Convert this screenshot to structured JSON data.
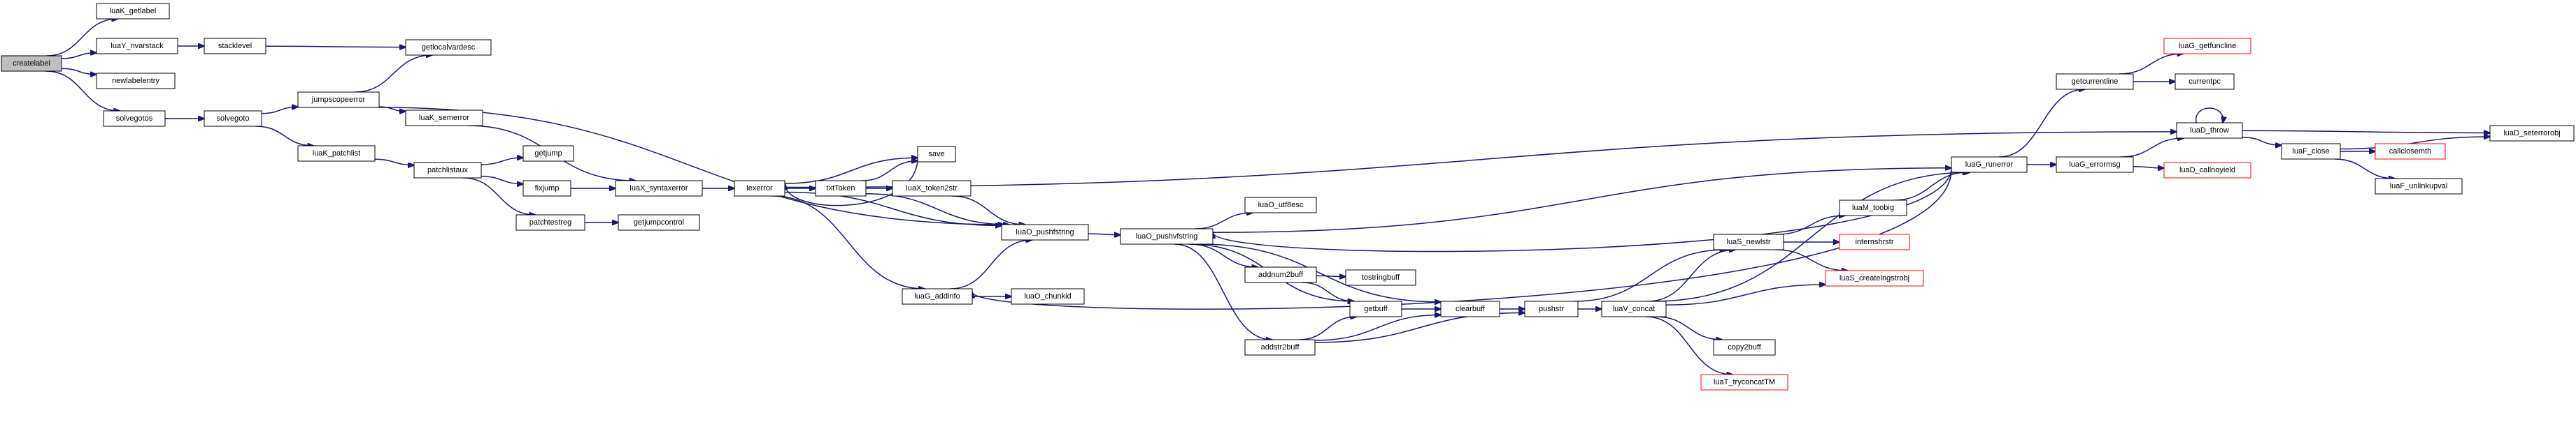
{
  "graph": {
    "colors": {
      "edge": "#191970",
      "node_border": "#000000",
      "node_fill": "#ffffff",
      "root_fill": "#bfbfbf",
      "truncated_border": "#ff0000"
    },
    "nodes": [
      {
        "id": "createlabel",
        "label": "createlabel",
        "style": "root"
      },
      {
        "id": "luaK_getlabel",
        "label": "luaK_getlabel",
        "style": "normal"
      },
      {
        "id": "luaY_nvarstack",
        "label": "luaY_nvarstack",
        "style": "normal"
      },
      {
        "id": "stacklevel",
        "label": "stacklevel",
        "style": "normal"
      },
      {
        "id": "getlocalvardesc",
        "label": "getlocalvardesc",
        "style": "normal"
      },
      {
        "id": "newlabelentry",
        "label": "newlabelentry",
        "style": "normal"
      },
      {
        "id": "solvegotos",
        "label": "solvegotos",
        "style": "normal"
      },
      {
        "id": "solvegoto",
        "label": "solvegoto",
        "style": "normal"
      },
      {
        "id": "jumpscopeerror",
        "label": "jumpscopeerror",
        "style": "normal"
      },
      {
        "id": "luaK_semerror",
        "label": "luaK_semerror",
        "style": "normal"
      },
      {
        "id": "luaK_patchlist",
        "label": "luaK_patchlist",
        "style": "normal"
      },
      {
        "id": "patchlistaux",
        "label": "patchlistaux",
        "style": "normal"
      },
      {
        "id": "getjump",
        "label": "getjump",
        "style": "normal"
      },
      {
        "id": "fixjump",
        "label": "fixjump",
        "style": "normal"
      },
      {
        "id": "patchtestreg",
        "label": "patchtestreg",
        "style": "normal"
      },
      {
        "id": "getjumpcontrol",
        "label": "getjumpcontrol",
        "style": "normal"
      },
      {
        "id": "luaX_syntaxerror",
        "label": "luaX_syntaxerror",
        "style": "normal"
      },
      {
        "id": "lexerror",
        "label": "lexerror",
        "style": "normal"
      },
      {
        "id": "save",
        "label": "save",
        "style": "normal"
      },
      {
        "id": "txtToken",
        "label": "txtToken",
        "style": "normal"
      },
      {
        "id": "luaX_token2str",
        "label": "luaX_token2str",
        "style": "normal"
      },
      {
        "id": "luaO_pushfstring",
        "label": "luaO_pushfstring",
        "style": "normal"
      },
      {
        "id": "luaG_addinfo",
        "label": "luaG_addinfo",
        "style": "normal"
      },
      {
        "id": "luaO_chunkid",
        "label": "luaO_chunkid",
        "style": "normal"
      },
      {
        "id": "luaO_pushvfstring",
        "label": "luaO_pushvfstring",
        "style": "normal"
      },
      {
        "id": "luaO_utf8esc",
        "label": "luaO_utf8esc",
        "style": "normal"
      },
      {
        "id": "addnum2buff",
        "label": "addnum2buff",
        "style": "normal"
      },
      {
        "id": "tostringbuff",
        "label": "tostringbuff",
        "style": "normal"
      },
      {
        "id": "getbuff",
        "label": "getbuff",
        "style": "normal"
      },
      {
        "id": "clearbuff",
        "label": "clearbuff",
        "style": "normal"
      },
      {
        "id": "addstr2buff",
        "label": "addstr2buff",
        "style": "normal"
      },
      {
        "id": "pushstr",
        "label": "pushstr",
        "style": "normal"
      },
      {
        "id": "luaV_concat",
        "label": "luaV_concat",
        "style": "normal"
      },
      {
        "id": "luaS_newlstr",
        "label": "luaS_newlstr",
        "style": "normal"
      },
      {
        "id": "luaM_toobig",
        "label": "luaM_toobig",
        "style": "normal"
      },
      {
        "id": "internshrstr",
        "label": "internshrstr",
        "style": "truncated"
      },
      {
        "id": "luaS_createlngstrobj",
        "label": "luaS_createlngstrobj",
        "style": "truncated"
      },
      {
        "id": "copy2buff",
        "label": "copy2buff",
        "style": "normal"
      },
      {
        "id": "luaT_tryconcatTM",
        "label": "luaT_tryconcatTM",
        "style": "truncated"
      },
      {
        "id": "luaG_runerror",
        "label": "luaG_runerror",
        "style": "normal"
      },
      {
        "id": "getcurrentline",
        "label": "getcurrentline",
        "style": "normal"
      },
      {
        "id": "luaG_getfuncline",
        "label": "luaG_getfuncline",
        "style": "truncated"
      },
      {
        "id": "currentpc",
        "label": "currentpc",
        "style": "normal"
      },
      {
        "id": "luaG_errormsg",
        "label": "luaG_errormsg",
        "style": "normal"
      },
      {
        "id": "luaD_callnoyield",
        "label": "luaD_callnoyield",
        "style": "truncated"
      },
      {
        "id": "luaD_throw",
        "label": "luaD_throw",
        "style": "normal"
      },
      {
        "id": "luaF_close",
        "label": "luaF_close",
        "style": "normal"
      },
      {
        "id": "callclosemth",
        "label": "callclosemth",
        "style": "truncated"
      },
      {
        "id": "luaF_unlinkupval",
        "label": "luaF_unlinkupval",
        "style": "normal"
      },
      {
        "id": "luaD_seterrorobj",
        "label": "luaD_seterrorobj",
        "style": "normal"
      }
    ],
    "edges": [
      [
        "createlabel",
        "luaK_getlabel"
      ],
      [
        "createlabel",
        "luaY_nvarstack"
      ],
      [
        "createlabel",
        "newlabelentry"
      ],
      [
        "createlabel",
        "solvegotos"
      ],
      [
        "luaY_nvarstack",
        "stacklevel"
      ],
      [
        "stacklevel",
        "getlocalvardesc"
      ],
      [
        "solvegotos",
        "solvegoto"
      ],
      [
        "solvegoto",
        "jumpscopeerror"
      ],
      [
        "solvegoto",
        "luaK_patchlist"
      ],
      [
        "jumpscopeerror",
        "getlocalvardesc"
      ],
      [
        "jumpscopeerror",
        "luaK_semerror"
      ],
      [
        "jumpscopeerror",
        "luaO_pushfstring"
      ],
      [
        "luaK_semerror",
        "luaX_syntaxerror"
      ],
      [
        "luaK_patchlist",
        "patchlistaux"
      ],
      [
        "patchlistaux",
        "getjump"
      ],
      [
        "patchlistaux",
        "fixjump"
      ],
      [
        "patchlistaux",
        "patchtestreg"
      ],
      [
        "fixjump",
        "luaX_syntaxerror"
      ],
      [
        "patchtestreg",
        "getjumpcontrol"
      ],
      [
        "luaX_syntaxerror",
        "lexerror"
      ],
      [
        "lexerror",
        "save"
      ],
      [
        "lexerror",
        "txtToken"
      ],
      [
        "lexerror",
        "luaO_pushfstring"
      ],
      [
        "lexerror",
        "luaG_addinfo"
      ],
      [
        "lexerror",
        "luaD_throw"
      ],
      [
        "save",
        "lexerror"
      ],
      [
        "txtToken",
        "save"
      ],
      [
        "txtToken",
        "luaX_token2str"
      ],
      [
        "txtToken",
        "luaO_pushfstring"
      ],
      [
        "luaX_token2str",
        "luaO_pushfstring"
      ],
      [
        "luaG_addinfo",
        "luaO_pushfstring"
      ],
      [
        "luaG_addinfo",
        "luaO_chunkid"
      ],
      [
        "luaO_pushfstring",
        "luaO_pushvfstring"
      ],
      [
        "luaO_pushvfstring",
        "luaO_utf8esc"
      ],
      [
        "luaO_pushvfstring",
        "addnum2buff"
      ],
      [
        "luaO_pushvfstring",
        "getbuff"
      ],
      [
        "luaO_pushvfstring",
        "clearbuff"
      ],
      [
        "luaO_pushvfstring",
        "addstr2buff"
      ],
      [
        "luaO_pushvfstring",
        "luaG_runerror"
      ],
      [
        "addnum2buff",
        "tostringbuff"
      ],
      [
        "addnum2buff",
        "getbuff"
      ],
      [
        "addstr2buff",
        "getbuff"
      ],
      [
        "addstr2buff",
        "clearbuff"
      ],
      [
        "addstr2buff",
        "pushstr"
      ],
      [
        "getbuff",
        "clearbuff"
      ],
      [
        "clearbuff",
        "pushstr"
      ],
      [
        "pushstr",
        "luaS_newlstr"
      ],
      [
        "pushstr",
        "luaV_concat"
      ],
      [
        "luaV_concat",
        "luaS_newlstr"
      ],
      [
        "luaV_concat",
        "luaS_createlngstrobj"
      ],
      [
        "luaV_concat",
        "copy2buff"
      ],
      [
        "luaV_concat",
        "luaT_tryconcatTM"
      ],
      [
        "luaV_concat",
        "luaG_runerror"
      ],
      [
        "luaS_newlstr",
        "luaM_toobig"
      ],
      [
        "luaS_newlstr",
        "internshrstr"
      ],
      [
        "luaS_newlstr",
        "luaS_createlngstrobj"
      ],
      [
        "luaM_toobig",
        "luaG_runerror"
      ],
      [
        "luaG_runerror",
        "luaO_pushvfstring"
      ],
      [
        "luaG_runerror",
        "luaG_addinfo"
      ],
      [
        "luaG_runerror",
        "getcurrentline"
      ],
      [
        "luaG_runerror",
        "luaG_errormsg"
      ],
      [
        "getcurrentline",
        "luaG_getfuncline"
      ],
      [
        "getcurrentline",
        "currentpc"
      ],
      [
        "luaG_errormsg",
        "luaD_callnoyield"
      ],
      [
        "luaG_errormsg",
        "luaD_throw"
      ],
      [
        "luaD_throw",
        "luaD_throw"
      ],
      [
        "luaD_throw",
        "luaF_close"
      ],
      [
        "luaD_throw",
        "luaD_seterrorobj"
      ],
      [
        "luaF_close",
        "callclosemth"
      ],
      [
        "luaF_close",
        "luaF_unlinkupval"
      ],
      [
        "luaF_close",
        "luaD_seterrorobj"
      ]
    ]
  }
}
